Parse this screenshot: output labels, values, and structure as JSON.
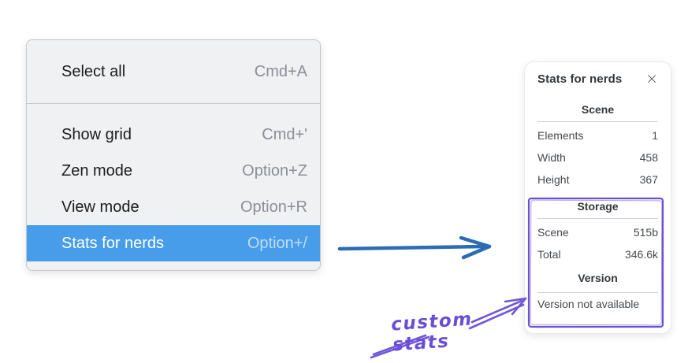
{
  "menu": {
    "sections": [
      {
        "items": [
          {
            "label": "Select all",
            "shortcut": "Cmd+A"
          }
        ]
      },
      {
        "items": [
          {
            "label": "Show grid",
            "shortcut": "Cmd+'"
          },
          {
            "label": "Zen mode",
            "shortcut": "Option+Z"
          },
          {
            "label": "View mode",
            "shortcut": "Option+R"
          },
          {
            "label": "Stats for nerds",
            "shortcut": "Option+/",
            "state": "highlighted"
          }
        ]
      }
    ]
  },
  "stats_panel": {
    "title": "Stats for nerds",
    "close_label": "×",
    "scene_section": {
      "heading": "Scene",
      "rows": [
        {
          "label": "Elements",
          "value": "1"
        },
        {
          "label": "Width",
          "value": "458"
        },
        {
          "label": "Height",
          "value": "367"
        }
      ]
    },
    "storage_section": {
      "heading": "Storage",
      "rows": [
        {
          "label": "Scene",
          "value": "515b"
        },
        {
          "label": "Total",
          "value": "346.6k"
        }
      ]
    },
    "version_section": {
      "heading": "Version",
      "note": "Version not available"
    }
  },
  "annotation": {
    "label": "custom stats"
  },
  "colors": {
    "menu_highlight": "#479de9",
    "flow_arrow_blue": "#2b6cb5",
    "annotation_purple": "#6c50d4"
  }
}
